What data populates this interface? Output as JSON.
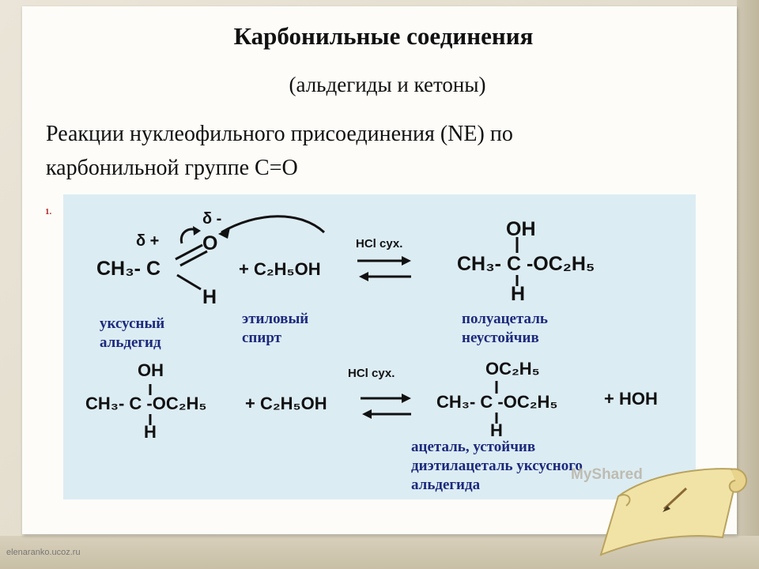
{
  "slide": {
    "title": "Карбонильные соединения",
    "subtitle": "(альдегиды и кетоны)",
    "heading_line1": "Реакции нуклеофильного присоединения (NE) по",
    "heading_line2": "карбонильной группе  С=О",
    "reaction_number": "1.",
    "footer_source": "elenaranko.ucoz.ru",
    "watermark": "MyShared"
  },
  "reaction1": {
    "delta_minus": "δ -",
    "delta_plus": "δ +",
    "oxygen": "O",
    "aldehyde_carbon_group": "CH₃- C",
    "aldehyde_h": "H",
    "reagent": "+ C₂H₅OH",
    "condition": "HCl сух.",
    "product_oh": "OH",
    "product_main": "CH₃- C -OC₂H₅",
    "product_h": "H",
    "label_aldehyde": [
      "уксусный",
      "альдегид"
    ],
    "label_alcohol": [
      "этиловый",
      "спирт"
    ],
    "label_product": [
      "полуацеталь",
      "неустойчив"
    ]
  },
  "reaction2": {
    "reactant_oh": "OH",
    "reactant_main": "CH₃- C -OC₂H₅",
    "reactant_h": "H",
    "reagent": "+ C₂H₅OH",
    "condition": "HCl сух.",
    "product_top": "OC₂H₅",
    "product_main": "CH₃- C -OC₂H₅",
    "product_h": "H",
    "byproduct": "+ HOH",
    "label_product": [
      "ацеталь, устойчив",
      "диэтилацеталь уксусного",
      "альдегида"
    ]
  },
  "colors": {
    "panel": "#dcecf3",
    "label": "#1c2a7c",
    "number": "#b02a2a"
  }
}
